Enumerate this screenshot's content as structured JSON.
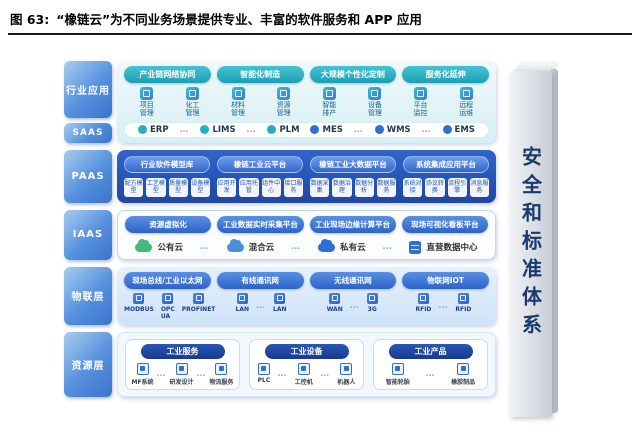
{
  "colors": {
    "teal": "#23aebf",
    "blue": "#2f6fd0",
    "dark_blue": "#1b3f8f",
    "navy": "#1a3a6b"
  },
  "header": {
    "prefix": "图 63:",
    "title": "“橡链云”为不同业务场景提供专业、丰富的软件服务和 APP 应用"
  },
  "pillar": {
    "text": "安全和标准体系"
  },
  "layers": {
    "app": {
      "label": "行业应用",
      "pills": [
        "产业链网络协同",
        "智能化制造",
        "大规模个性化定制",
        "服务化延伸"
      ],
      "apps": [
        "项目管理",
        "化工管理",
        "材料管理",
        "资源管理",
        "智能排产",
        "设备管理",
        "平台监控",
        "远程运维"
      ]
    },
    "saas": {
      "label": "SAAS",
      "items": [
        "ERP",
        "LIMS",
        "PLM",
        "MES",
        "WMS",
        "EMS"
      ],
      "dots": "…"
    },
    "paas": {
      "label": "PAAS",
      "platforms": [
        {
          "title": "行业软件模型库",
          "subs": [
            "配方模型",
            "工艺模型",
            "质量模型",
            "设备模型"
          ]
        },
        {
          "title": "橡链工业云平台",
          "subs": [
            "应用开发",
            "应用托管",
            "组件中心",
            "接口服务"
          ]
        },
        {
          "title": "橡链工业大数据平台",
          "subs": [
            "数据采集",
            "数据治理",
            "数据分析",
            "数据服务"
          ]
        },
        {
          "title": "系统集成应用平台",
          "subs": [
            "系统对接",
            "协议转换",
            "流程引擎",
            "消息服务"
          ]
        }
      ]
    },
    "iaas": {
      "label": "IAAS",
      "pills": [
        "资源虚拟化",
        "工业数据实时采集平台",
        "工业现场边缘计算平台",
        "现场可视化看板平台"
      ],
      "clouds": [
        {
          "label": "公有云",
          "color": "#45b97c"
        },
        {
          "label": "混合云",
          "color": "#4a90d9"
        },
        {
          "label": "私有云",
          "color": "#2f6fd0"
        },
        {
          "label": "直营数据中心",
          "color": "#2f6fd0"
        }
      ],
      "dots": "…"
    },
    "iot": {
      "label": "物联层",
      "pills": [
        "现场总线/工业以太网",
        "有线通讯网",
        "无线通讯网",
        "物联网IOT"
      ],
      "groups": [
        [
          "MODBUS",
          "OPC UA",
          "PROFINET"
        ],
        [
          "LAN",
          "LAN"
        ],
        [
          "WAN",
          "3G"
        ],
        [
          "RFID",
          "RFID"
        ]
      ],
      "dots": "…"
    },
    "res": {
      "label": "资源层",
      "groups": [
        {
          "title": "工业服务",
          "items": [
            "MF系统",
            "研发设计",
            "物流服务"
          ]
        },
        {
          "title": "工业设备",
          "items": [
            "PLC",
            "工控机",
            "机器人"
          ]
        },
        {
          "title": "工业产品",
          "items": [
            "智能轮胎",
            "橡胶制品"
          ]
        }
      ],
      "dots": "…"
    }
  }
}
